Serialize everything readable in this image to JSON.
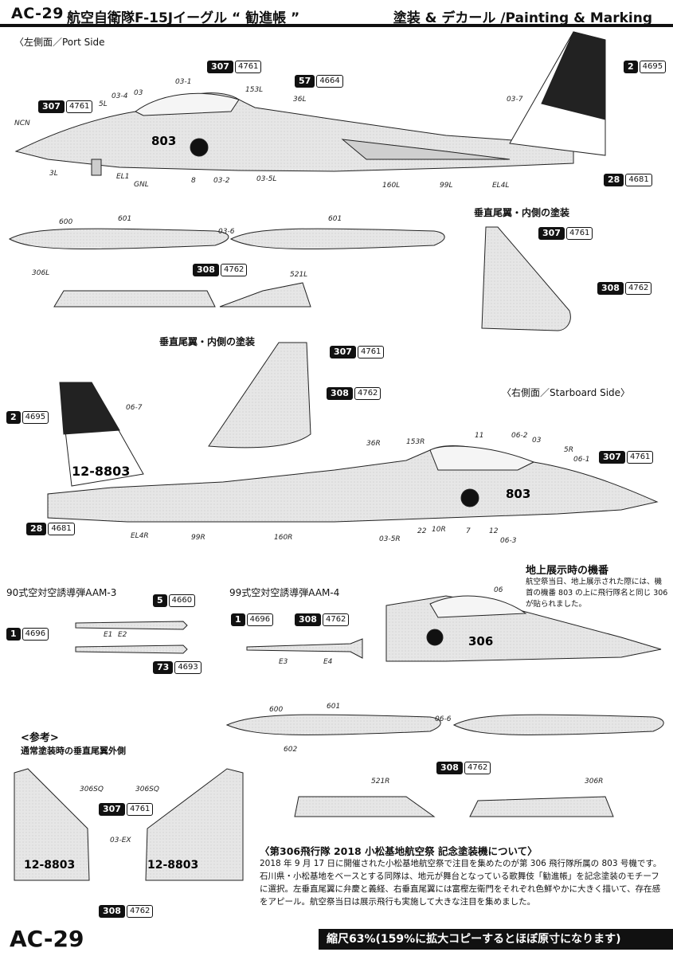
{
  "header": {
    "code": "AC-29",
    "title": "航空自衛隊F-15Jイーグル “ 勧進帳 ”",
    "right": "塗装 & デカール /Painting & Marking"
  },
  "views": {
    "port": "〈左側面／Port Side",
    "starboard": "〈右側面／Starboard Side〉",
    "fin_inner_right": "垂直尾翼・内側の塗装",
    "fin_inner_left": "垂直尾翼・内側の塗装",
    "aam3": "90式空対空誘導弾AAM-3",
    "aam4": "99式空対空誘導弾AAM-4"
  },
  "aircraft": {
    "modex": "803",
    "tail": "12-8803",
    "modex_display": "306"
  },
  "codes": {
    "c307": {
      "b": "307",
      "n": "4761"
    },
    "c57": {
      "b": "57",
      "n": "4664"
    },
    "c2": {
      "b": "2",
      "n": "4695"
    },
    "c28": {
      "b": "28",
      "n": "4681"
    },
    "c308": {
      "b": "308",
      "n": "4762"
    },
    "c5": {
      "b": "5",
      "n": "4660"
    },
    "c1": {
      "b": "1",
      "n": "4696"
    },
    "c73": {
      "b": "73",
      "n": "4693"
    }
  },
  "callouts_port": [
    "NCN",
    "3L",
    "03-4",
    "03",
    "5L",
    "03-1",
    "153L",
    "36L",
    "EL1",
    "GNL",
    "8",
    "03-2",
    "03-5L",
    "160L",
    "99L",
    "EL4L",
    "03-7"
  ],
  "callouts_tank": [
    "600",
    "601",
    "03-6",
    "601",
    "306L",
    "521L"
  ],
  "callouts_starboard": [
    "06-7",
    "36R",
    "153R",
    "11",
    "06-2",
    "03",
    "5R",
    "06-1",
    "EL4R",
    "99R",
    "160R",
    "03-5R",
    "22",
    "10R",
    "7",
    "12",
    "06-3"
  ],
  "callouts_missile": [
    "E1",
    "E2",
    "E3",
    "E4"
  ],
  "callouts_ground": [
    "06",
    "600",
    "601",
    "06-6",
    "602",
    "521R",
    "306R"
  ],
  "callouts_ref": [
    "306SQ",
    "306SQ",
    "03-EX"
  ],
  "ground_display": {
    "title": "地上展示時の機番",
    "body": "航空祭当日、地上展示された際には、機首の機番 803 の上に飛行隊名と同じ 306 が貼られました。"
  },
  "reference": {
    "head": "<参考>",
    "sub": "通常塗装時の垂直尾翼外側"
  },
  "about": {
    "title": "〈第306飛行隊 2018 小松基地航空祭 記念塗装機について〉",
    "body": "2018 年 9 月 17 日に開催された小松基地航空祭で注目を集めたのが第 306 飛行隊所属の 803 号機です。石川県・小松基地をベースとする同隊は、地元が舞台となっている歌舞伎「勧進帳」を記念塗装のモチーフに選択。左垂直尾翼に弁慶と義経、右垂直尾翼には富樫左衛門をそれぞれ色鮮やかに大きく描いて、存在感をアピール。航空祭当日は展示飛行も実施して大きな注目を集めました。"
  },
  "footer": {
    "code": "AC-29",
    "scale": "縮尺63%(159%に拡大コピーするとほぼ原寸になります)"
  }
}
